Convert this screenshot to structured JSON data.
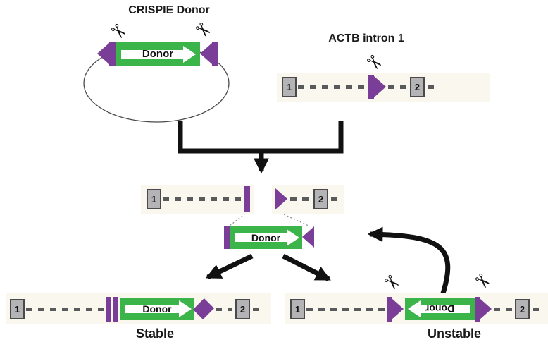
{
  "colors": {
    "green": "#3bb54a",
    "purple": "#7b3e98",
    "exon-fill": "#b4b4b6",
    "exon-border": "#4a4a4c",
    "dash": "#595a5c",
    "strip": "#faf8ee",
    "ink": "#111111"
  },
  "icons": {
    "scissors": "✂"
  },
  "crispie": {
    "title": "CRISPIE Donor",
    "donor_label": "Donor"
  },
  "actb": {
    "title": "ACTB intron 1",
    "exon1": "1",
    "exon2": "2"
  },
  "cut_site": {
    "exon1": "1",
    "exon2": "2"
  },
  "excised_donor": {
    "donor_label": "Donor"
  },
  "stable": {
    "label": "Stable",
    "donor_label": "Donor",
    "exon1": "1",
    "exon2": "2"
  },
  "unstable": {
    "label": "Unstable",
    "donor_label": "Donor",
    "exon1": "1",
    "exon2": "2"
  }
}
